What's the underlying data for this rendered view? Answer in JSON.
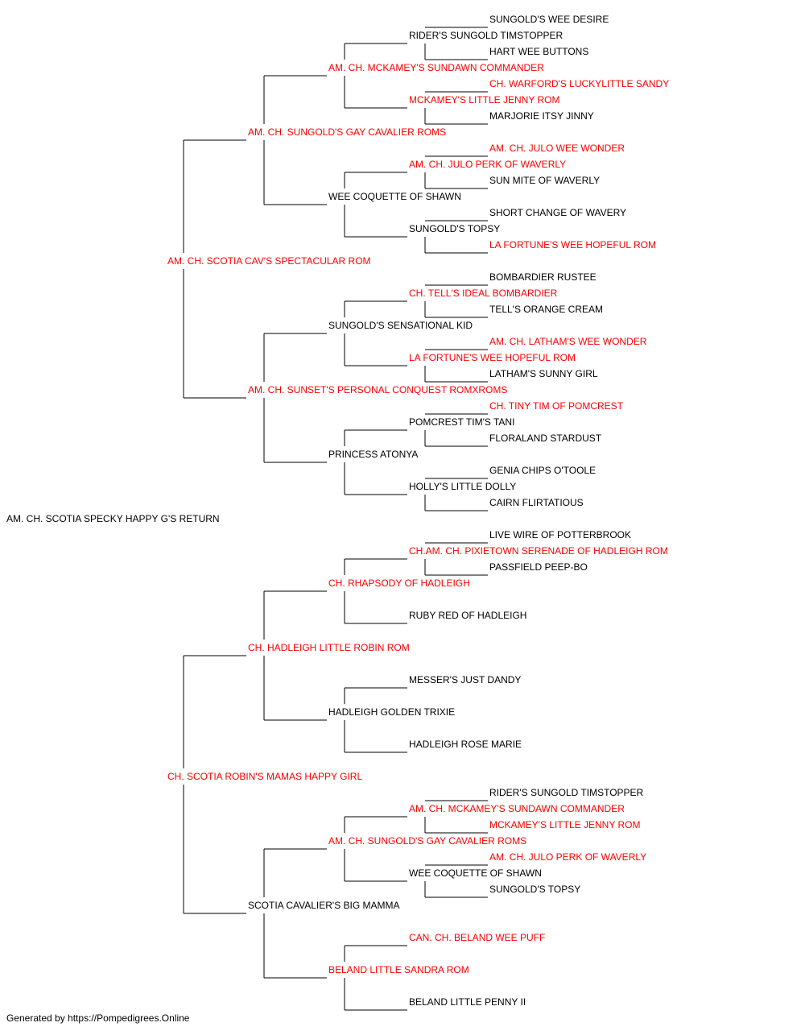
{
  "colors": {
    "champion": "#ff0000",
    "normal": "#000000",
    "line": "#000000"
  },
  "pedigree": [
    {
      "id": "root",
      "name": "AM. CH. SCOTIA SPECKY HAPPY G'S RETURN",
      "gen": 0,
      "slot": 0,
      "champion": false
    },
    {
      "id": "s",
      "name": "AM. CH. SCOTIA CAV'S SPECTACULAR ROM",
      "gen": 1,
      "slot": 0,
      "champion": true
    },
    {
      "id": "d",
      "name": "CH. SCOTIA ROBIN'S MAMAS HAPPY GIRL",
      "gen": 1,
      "slot": 1,
      "champion": true
    },
    {
      "id": "ss",
      "name": "AM. CH. SUNGOLD'S GAY CAVALIER ROMS",
      "gen": 2,
      "slot": 0,
      "champion": true
    },
    {
      "id": "sd",
      "name": "AM. CH. SUNSET'S PERSONAL CONQUEST ROMXROMS",
      "gen": 2,
      "slot": 1,
      "champion": true
    },
    {
      "id": "ds",
      "name": "CH. HADLEIGH LITTLE ROBIN ROM",
      "gen": 2,
      "slot": 2,
      "champion": true
    },
    {
      "id": "dd",
      "name": "SCOTIA CAVALIER'S BIG MAMMA",
      "gen": 2,
      "slot": 3,
      "champion": false
    },
    {
      "id": "sss",
      "name": "AM. CH. MCKAMEY'S SUNDAWN COMMANDER",
      "gen": 3,
      "slot": 0,
      "champion": true
    },
    {
      "id": "ssd",
      "name": "WEE COQUETTE OF SHAWN",
      "gen": 3,
      "slot": 1,
      "champion": false
    },
    {
      "id": "sds",
      "name": "SUNGOLD'S SENSATIONAL KID",
      "gen": 3,
      "slot": 2,
      "champion": false
    },
    {
      "id": "sdd",
      "name": "PRINCESS ATONYA",
      "gen": 3,
      "slot": 3,
      "champion": false
    },
    {
      "id": "dss",
      "name": "CH. RHAPSODY OF HADLEIGH",
      "gen": 3,
      "slot": 4,
      "champion": true
    },
    {
      "id": "dsd",
      "name": "HADLEIGH GOLDEN TRIXIE",
      "gen": 3,
      "slot": 5,
      "champion": false
    },
    {
      "id": "dds",
      "name": "AM. CH. SUNGOLD'S GAY CAVALIER ROMS",
      "gen": 3,
      "slot": 6,
      "champion": true
    },
    {
      "id": "ddd",
      "name": "BELAND LITTLE SANDRA ROM",
      "gen": 3,
      "slot": 7,
      "champion": true
    },
    {
      "id": "ssss",
      "name": "RIDER'S SUNGOLD TIMSTOPPER",
      "gen": 4,
      "slot": 0,
      "champion": false
    },
    {
      "id": "sssd",
      "name": "MCKAMEY'S LITTLE JENNY ROM",
      "gen": 4,
      "slot": 1,
      "champion": true
    },
    {
      "id": "ssds",
      "name": "AM. CH. JULO PERK OF WAVERLY",
      "gen": 4,
      "slot": 2,
      "champion": true
    },
    {
      "id": "ssdd",
      "name": "SUNGOLD'S TOPSY",
      "gen": 4,
      "slot": 3,
      "champion": false
    },
    {
      "id": "sdss",
      "name": "CH. TELL'S IDEAL BOMBARDIER",
      "gen": 4,
      "slot": 4,
      "champion": true
    },
    {
      "id": "sdsd",
      "name": "LA FORTUNE'S WEE HOPEFUL ROM",
      "gen": 4,
      "slot": 5,
      "champion": true
    },
    {
      "id": "sdds",
      "name": "POMCREST TIM'S TANI",
      "gen": 4,
      "slot": 6,
      "champion": false
    },
    {
      "id": "sddd",
      "name": "HOLLY'S LITTLE DOLLY",
      "gen": 4,
      "slot": 7,
      "champion": false
    },
    {
      "id": "dsss",
      "name": "CH.AM. CH. PIXIETOWN SERENADE OF HADLEIGH ROM",
      "gen": 4,
      "slot": 8,
      "champion": true
    },
    {
      "id": "dssd",
      "name": "RUBY RED OF HADLEIGH",
      "gen": 4,
      "slot": 9,
      "champion": false
    },
    {
      "id": "dsds",
      "name": "MESSER'S JUST DANDY",
      "gen": 4,
      "slot": 10,
      "champion": false
    },
    {
      "id": "dsdd",
      "name": "HADLEIGH ROSE MARIE",
      "gen": 4,
      "slot": 11,
      "champion": false
    },
    {
      "id": "ddss",
      "name": "AM. CH. MCKAMEY'S SUNDAWN COMMANDER",
      "gen": 4,
      "slot": 12,
      "champion": true
    },
    {
      "id": "ddsd",
      "name": "WEE COQUETTE OF SHAWN",
      "gen": 4,
      "slot": 13,
      "champion": false
    },
    {
      "id": "ddds",
      "name": "CAN. CH. BELAND WEE PUFF",
      "gen": 4,
      "slot": 14,
      "champion": true
    },
    {
      "id": "dddd",
      "name": "BELAND LITTLE PENNY II",
      "gen": 4,
      "slot": 15,
      "champion": false
    },
    {
      "id": "sssss",
      "name": "SUNGOLD'S WEE DESIRE",
      "gen": 5,
      "slot": 0,
      "champion": false
    },
    {
      "id": "ssssd",
      "name": "HART WEE BUTTONS",
      "gen": 5,
      "slot": 1,
      "champion": false
    },
    {
      "id": "sssds",
      "name": "CH. WARFORD'S LUCKYLITTLE SANDY",
      "gen": 5,
      "slot": 2,
      "champion": true
    },
    {
      "id": "sssdd",
      "name": "MARJORIE ITSY JINNY",
      "gen": 5,
      "slot": 3,
      "champion": false
    },
    {
      "id": "ssdss",
      "name": "AM. CH. JULO WEE WONDER",
      "gen": 5,
      "slot": 4,
      "champion": true
    },
    {
      "id": "ssdsd",
      "name": "SUN MITE OF WAVERLY",
      "gen": 5,
      "slot": 5,
      "champion": false
    },
    {
      "id": "ssdds",
      "name": "SHORT CHANGE OF WAVERY",
      "gen": 5,
      "slot": 6,
      "champion": false
    },
    {
      "id": "ssddd",
      "name": "LA FORTUNE'S WEE HOPEFUL ROM",
      "gen": 5,
      "slot": 7,
      "champion": true
    },
    {
      "id": "sdsss",
      "name": "BOMBARDIER RUSTEE",
      "gen": 5,
      "slot": 8,
      "champion": false
    },
    {
      "id": "sdssd",
      "name": "TELL'S ORANGE CREAM",
      "gen": 5,
      "slot": 9,
      "champion": false
    },
    {
      "id": "sdsds",
      "name": "AM. CH. LATHAM'S WEE WONDER",
      "gen": 5,
      "slot": 10,
      "champion": true
    },
    {
      "id": "sdsdd",
      "name": "LATHAM'S SUNNY GIRL",
      "gen": 5,
      "slot": 11,
      "champion": false
    },
    {
      "id": "sddss",
      "name": "CH. TINY TIM OF POMCREST",
      "gen": 5,
      "slot": 12,
      "champion": true
    },
    {
      "id": "sddsd",
      "name": "FLORALAND STARDUST",
      "gen": 5,
      "slot": 13,
      "champion": false
    },
    {
      "id": "sddds",
      "name": "GENIA CHIPS O'TOOLE",
      "gen": 5,
      "slot": 14,
      "champion": false
    },
    {
      "id": "sdddd",
      "name": "CAIRN FLIRTATIOUS",
      "gen": 5,
      "slot": 15,
      "champion": false
    },
    {
      "id": "dssss",
      "name": "LIVE WIRE OF POTTERBROOK",
      "gen": 5,
      "slot": 16,
      "champion": false
    },
    {
      "id": "dsssd",
      "name": "PASSFIELD PEEP-BO",
      "gen": 5,
      "slot": 17,
      "champion": false
    },
    {
      "id": "ddsss",
      "name": "RIDER'S SUNGOLD TIMSTOPPER",
      "gen": 5,
      "slot": 24,
      "champion": false
    },
    {
      "id": "ddssd",
      "name": "MCKAMEY'S LITTLE JENNY ROM",
      "gen": 5,
      "slot": 25,
      "champion": true
    },
    {
      "id": "ddsds",
      "name": "AM. CH. JULO PERK OF WAVERLY",
      "gen": 5,
      "slot": 26,
      "champion": true
    },
    {
      "id": "ddsdd",
      "name": "SUNGOLD'S TOPSY",
      "gen": 5,
      "slot": 27,
      "champion": false
    }
  ],
  "footer": "Generated by https://Pompedigrees.Online"
}
